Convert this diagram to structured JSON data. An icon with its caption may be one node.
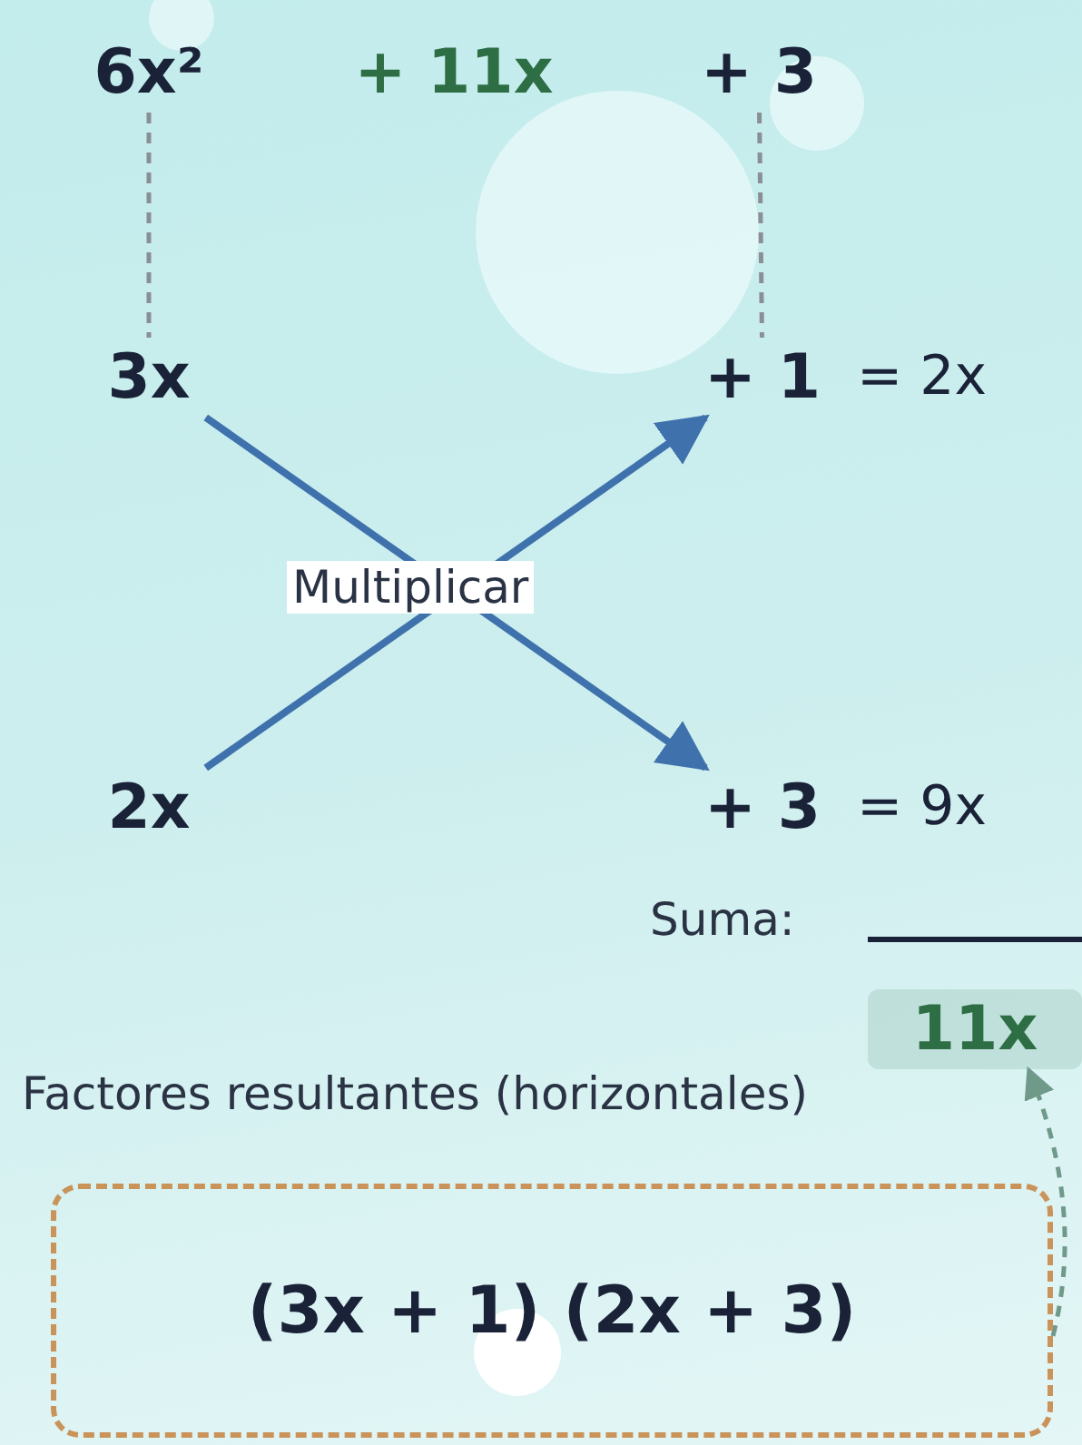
{
  "diagram": {
    "nodes": [
      {
        "text": [
          "6x²"
        ]
      },
      {
        "text": [
          "+ 11x"
        ]
      },
      {
        "text": [
          "+ 3"
        ]
      },
      {
        "text": [
          "3x"
        ]
      },
      {
        "text": [
          "+ 1"
        ],
        "beside": [
          "= 2x"
        ]
      },
      {
        "text": [
          "2x"
        ]
      },
      {
        "text": [
          "+ 3"
        ],
        "beside": [
          "= 9x"
        ]
      },
      {
        "text": [
          "11x"
        ]
      },
      {
        "text": [
          "(3x + 1) (2x + 3)"
        ]
      }
    ],
    "edges": [
      {
        "from": 0,
        "to": 3,
        "arrow": "none",
        "style": "dashed",
        "color": "#8a8f96"
      },
      {
        "from": 2,
        "to": 4,
        "arrow": "none",
        "style": "dashed",
        "color": "#8a8f96"
      },
      {
        "from": 3,
        "to": 6,
        "arrow": "to"
      },
      {
        "from": 5,
        "to": 4,
        "arrow": "to"
      },
      {
        "from": 8,
        "to": 7,
        "arrow": "to",
        "style": "dashed",
        "color": "#6f9a8a"
      }
    ],
    "labels": [
      "Multiplicar",
      "Suma:",
      "Factores resultantes (horizontales)"
    ]
  }
}
